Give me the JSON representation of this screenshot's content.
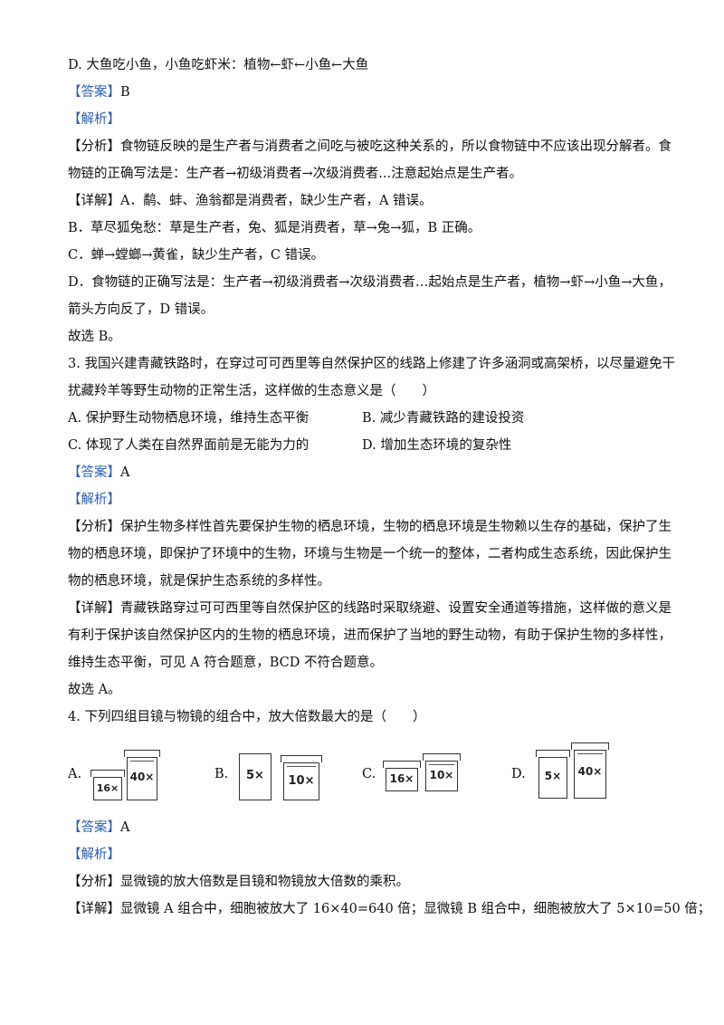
{
  "lines": {
    "l1": "D. 大鱼吃小鱼，小鱼吃虾米：植物←虾←小鱼←大鱼",
    "l2_tag": "【答案】",
    "l2": "B",
    "l3_tag": "【解析】",
    "l4_tag": "【分析】",
    "l4": "食物链反映的是生产者与消费者之间吃与被吃这种关系的，所以食物链中不应该出现分解者。食",
    "l5": "物链的正确写法是：生产者→初级消费者→次级消费者...注意起始点是生产者。",
    "l6_tag": "【详解】",
    "l6": "A．鹬、蚌、渔翁都是消费者，缺少生产者，A 错误。",
    "l7": "B．草尽狐兔愁：草是生产者，兔、狐是消费者，草→兔→狐，B 正确。",
    "l8": "C．蝉→螳螂→黄雀，缺少生产者，C 错误。",
    "l9": "D．食物链的正确写法是：生产者→初级消费者→次级消费者…起始点是生产者，植物→虾→小鱼→大鱼，",
    "l10": "箭头方向反了，D 错误。",
    "l11": "故选 B。",
    "l12": "3. 我国兴建青藏铁路时，在穿过可可西里等自然保护区的线路上修建了许多涵洞或高架桥，以尽量避免干",
    "l13": "扰藏羚羊等野生动物的正常生活，这样做的生态意义是（　　）",
    "q3_a": "A. 保护野生动物栖息环境，维持生态平衡",
    "q3_b": "B. 减少青藏铁路的建设投资",
    "q3_c": "C. 体现了人类在自然界面前是无能为力的",
    "q3_d": "D. 增加生态环境的复杂性",
    "l16_tag": "【答案】",
    "l16": "A",
    "l17_tag": "【解析】",
    "l18_tag": "【分析】",
    "l18": "保护生物多样性首先要保护生物的栖息环境，生物的栖息环境是生物赖以生存的基础，保护了生",
    "l19": "物的栖息环境，即保护了环境中的生物，环境与生物是一个统一的整体，二者构成生态系统，因此保护生",
    "l20": "物的栖息环境，就是保护生态系统的多样性。",
    "l21_tag": "【详解】",
    "l21": "青藏铁路穿过可可西里等自然保护区的线路时采取绕避、设置安全通道等措施，这样做的意义是",
    "l22": "有利于保护该自然保护区内的生物的栖息环境，进而保护了当地的野生动物，有助于保护生物的多样性，",
    "l23": "维持生态平衡，可见 A 符合题意，BCD 不符合题意。",
    "l24": "故选 A。",
    "l25": "4. 下列四组目镜与物镜的组合中，放大倍数最大的是（　　）",
    "l26_tag": "【答案】",
    "l26": "A",
    "l27_tag": "【解析】",
    "l28_tag": "【分析】",
    "l28": "显微镜的放大倍数是目镜和物镜放大倍数的乘积。",
    "l29_tag": "【详解】",
    "l29": "显微镜 A 组合中，细胞被放大了 16×40=640 倍；显微镜 B 组合中，细胞被放大了 5×10=50 倍；"
  },
  "figure": {
    "a": {
      "label": "A.",
      "eyepiece": "16×",
      "objective": "40×"
    },
    "b": {
      "label": "B.",
      "eyepiece": "5×",
      "objective": "10×"
    },
    "c": {
      "label": "C.",
      "eyepiece": "16×",
      "objective": "10×"
    },
    "d": {
      "label": "D.",
      "eyepiece": "5×",
      "objective": "40×"
    }
  }
}
